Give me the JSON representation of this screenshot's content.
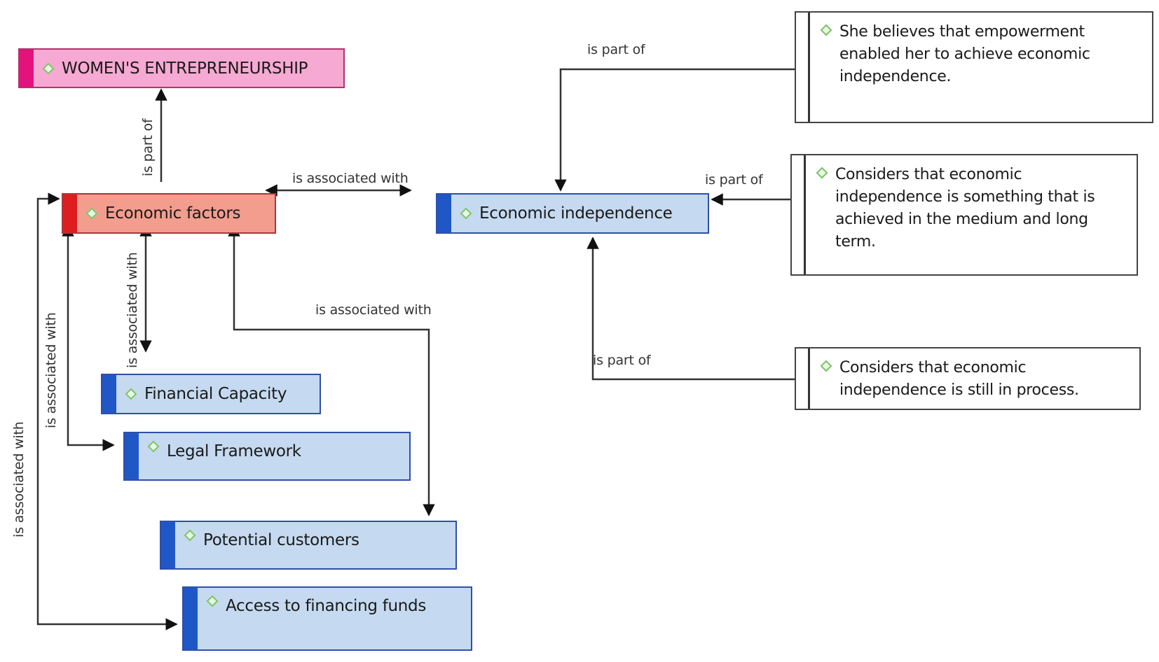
{
  "colors": {
    "root_fill": "#f6a9d2",
    "root_stripe": "#e3127d",
    "factor_fill": "#f39d8f",
    "factor_stripe": "#de1e1e",
    "code_fill": "#c5daf0",
    "code_stripe": "#1f58c6",
    "quote_fill": "#ffffff",
    "diamond_stroke": "#7cc36a",
    "line": "#222222"
  },
  "nodes": {
    "womens_entrepreneurship": {
      "label": "WOMEN'S ENTREPRENEURSHIP",
      "type": "category",
      "icon": "code-diamond-icon"
    },
    "economic_factors": {
      "label": "Economic factors",
      "type": "category",
      "icon": "code-diamond-icon"
    },
    "economic_independence": {
      "label": "Economic independence",
      "type": "code",
      "icon": "code-diamond-icon"
    },
    "financial_capacity": {
      "label": "Financial Capacity",
      "type": "code",
      "icon": "code-diamond-icon"
    },
    "legal_framework": {
      "label": "Legal Framework",
      "type": "code",
      "icon": "code-diamond-icon"
    },
    "potential_customers": {
      "label": "Potential customers",
      "type": "code",
      "icon": "code-diamond-icon"
    },
    "access_financing": {
      "label": "Access to financing funds",
      "type": "code",
      "icon": "code-diamond-icon"
    },
    "quote_empowerment": {
      "label": "She believes that empowerment enabled her to achieve economic independence.",
      "type": "quotation",
      "icon": "code-diamond-icon"
    },
    "quote_medium_long": {
      "label": "Considers that economic independence is something that is achieved in the medium and long term.",
      "type": "quotation",
      "icon": "code-diamond-icon"
    },
    "quote_in_process": {
      "label": "Considers that economic independence is still in process.",
      "type": "quotation",
      "icon": "code-diamond-icon"
    }
  },
  "edges": [
    {
      "from": "economic_factors",
      "to": "womens_entrepreneurship",
      "label": "is part of",
      "direction": "forward"
    },
    {
      "from": "economic_factors",
      "to": "economic_independence",
      "label": "is associated with",
      "direction": "both"
    },
    {
      "from": "economic_factors",
      "to": "financial_capacity",
      "label": "is associated with",
      "direction": "both"
    },
    {
      "from": "economic_factors",
      "to": "legal_framework",
      "label": "is associated with",
      "direction": "both"
    },
    {
      "from": "economic_factors",
      "to": "potential_customers",
      "label": "is associated with",
      "direction": "both"
    },
    {
      "from": "economic_factors",
      "to": "access_financing",
      "label": "is associated with",
      "direction": "both"
    },
    {
      "from": "quote_empowerment",
      "to": "economic_independence",
      "label": "is part of",
      "direction": "forward"
    },
    {
      "from": "quote_medium_long",
      "to": "economic_independence",
      "label": "is part of",
      "direction": "forward"
    },
    {
      "from": "quote_in_process",
      "to": "economic_independence",
      "label": "is part of",
      "direction": "forward"
    }
  ]
}
